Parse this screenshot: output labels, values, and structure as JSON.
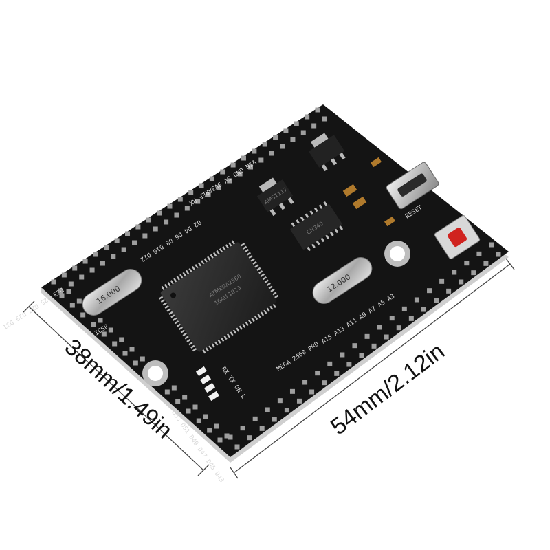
{
  "dimensions": {
    "width_label": "54mm/2.12in",
    "height_label": "38mm/1.49in"
  },
  "board": {
    "model_label": "MEGA 2560 PRO",
    "icsp_label": "ICSP",
    "mcu_marking": "ATMEGA2560",
    "mcu_lot": "16AU 1823",
    "crystal_left": "16.000",
    "crystal_right": "12.000",
    "regulator_marking": "AMS1117",
    "usb_chip_marking": "CH340",
    "reset_label": "RESET",
    "top_header_row1": "VIN GND 5V 3V3AREF RX",
    "top_header_row2": "D2 D4 D6 D8 D10 D12",
    "left_header_row": "D23 D25 D27 D29 D31",
    "bottom_header_row": "D53 D51 D49 D47 D45 D43",
    "analog_row": "A15 A13 A11 A9 A7 A5 A3",
    "led_labels": "RX TX ON L"
  },
  "colors": {
    "pcb": "#141414",
    "pad": "#9e9e9e",
    "silkscreen": "#d9d9d9",
    "reset_button": "#d0231f",
    "usb_metal": "#c8c8c8"
  }
}
